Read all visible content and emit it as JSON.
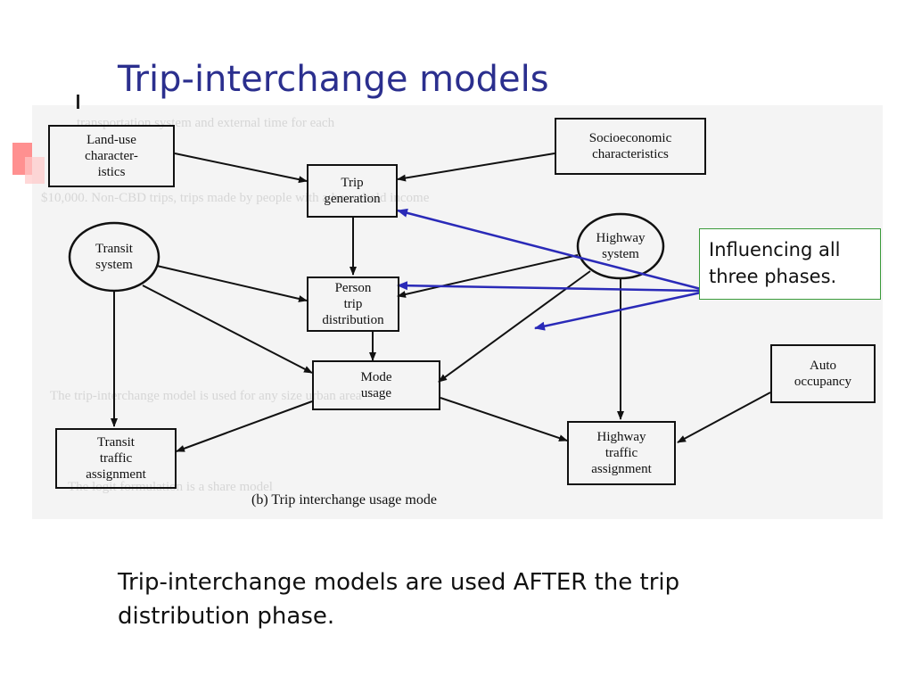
{
  "slide": {
    "title": "Trip-interchange models",
    "callout": "Influencing all\nthree phases.",
    "body_text": "Trip-interchange models are used AFTER the trip distribution phase."
  },
  "diagram": {
    "nodes": {
      "landuse": "Land-use\ncharacter-\nistics",
      "socio": "Socioeconomic\ncharacteristics",
      "trip_generation": "Trip\ngeneration",
      "transit_system": "Transit\nsystem",
      "highway_system": "Highway\nsystem",
      "person_trip_distribution": "Person\ntrip\ndistribution",
      "mode_usage": "Mode\nusage",
      "auto_occupancy": "Auto\noccupancy",
      "transit_assignment": "Transit\ntraffic\nassignment",
      "highway_assignment": "Highway\ntraffic\nassignment"
    },
    "caption": "(b) Trip interchange usage mode",
    "arrow_color": "#2a2ab8"
  }
}
